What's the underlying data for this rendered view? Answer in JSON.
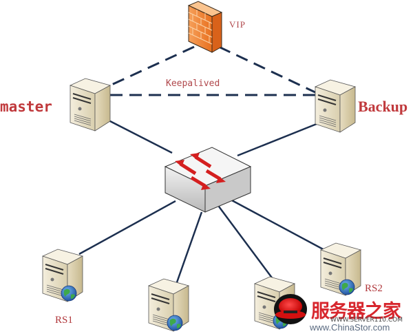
{
  "diagram": {
    "title": "Keepalived high-availability load balancing topology",
    "nodes": [
      {
        "id": "vip",
        "type": "firewall",
        "label": "VIP"
      },
      {
        "id": "master",
        "type": "server",
        "label": "master"
      },
      {
        "id": "backup",
        "type": "server",
        "label": "Backup"
      },
      {
        "id": "switch",
        "type": "switch",
        "label": ""
      },
      {
        "id": "rs1",
        "type": "server-web",
        "label": "RS1"
      },
      {
        "id": "rs-mid-left",
        "type": "server-web",
        "label": ""
      },
      {
        "id": "rs-mid-right",
        "type": "server-web",
        "label": ""
      },
      {
        "id": "rs2",
        "type": "server-web",
        "label": "RS2"
      }
    ],
    "edges": [
      {
        "from": "vip",
        "to": "master",
        "style": "dashed"
      },
      {
        "from": "vip",
        "to": "backup",
        "style": "dashed"
      },
      {
        "from": "master",
        "to": "backup",
        "style": "dashed",
        "label": "Keepalived"
      },
      {
        "from": "master",
        "to": "switch",
        "style": "solid"
      },
      {
        "from": "backup",
        "to": "switch",
        "style": "solid"
      },
      {
        "from": "switch",
        "to": "rs1",
        "style": "solid"
      },
      {
        "from": "switch",
        "to": "rs-mid-left",
        "style": "solid"
      },
      {
        "from": "switch",
        "to": "rs-mid-right",
        "style": "solid"
      },
      {
        "from": "switch",
        "to": "rs2",
        "style": "solid"
      }
    ],
    "labels": {
      "vip": "VIP",
      "keepalived": "Keepalived",
      "master": "master",
      "backup": "Backup",
      "rs1": "RS1",
      "rs2": "RS2"
    },
    "watermark": {
      "chinese": "服务器之家",
      "url1": "WWW.SERVER110.COM",
      "url2": "www.ChinaStor.com"
    },
    "colors": {
      "label": "#b0373b",
      "line": "#1c2f4f",
      "firewall": "#f07a2a",
      "arrow": "#d41f1f",
      "server": "#efe6cf",
      "globe": "#2f6db8"
    }
  }
}
